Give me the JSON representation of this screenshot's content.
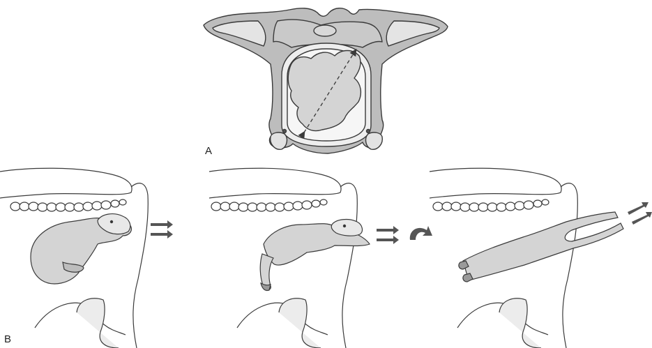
{
  "labels": {
    "panel_a": "A",
    "panel_b": "B"
  },
  "colors": {
    "bone": "#bdbdbd",
    "bone_light": "#dedede",
    "outline": "#3a3a3a",
    "calf_fill": "#d4d4d4",
    "arrow": "#555555"
  },
  "scenes": [
    {
      "stage": 1,
      "arrows": "double-right"
    },
    {
      "stage": 2,
      "arrows": "double-right-with-rotation"
    },
    {
      "stage": 3,
      "arrows": "double-diagonal"
    }
  ]
}
